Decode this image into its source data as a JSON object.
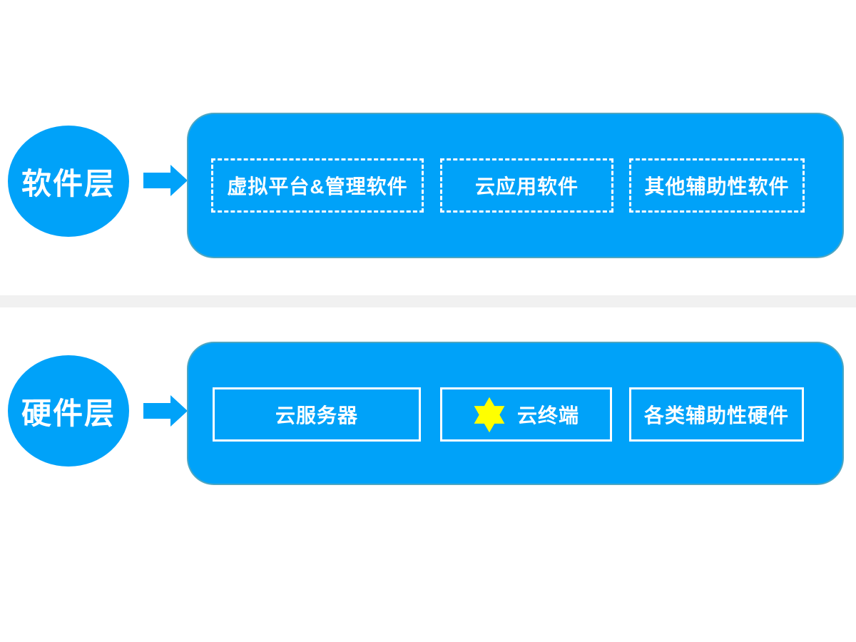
{
  "colors": {
    "primary_blue": "#00A2F9",
    "label_white": "#FFFFFF",
    "divider_gray": "#F1F1F1",
    "star_yellow": "#FFFF00"
  },
  "software_layer": {
    "label": "软件层",
    "items": [
      {
        "label": "虚拟平台&管理软件"
      },
      {
        "label": "云应用软件"
      },
      {
        "label": "其他辅助性软件"
      }
    ]
  },
  "hardware_layer": {
    "label": "硬件层",
    "items": [
      {
        "label": "云服务器"
      },
      {
        "label": "云终端",
        "icon": "six-pointed-star"
      },
      {
        "label": "各类辅助性硬件"
      }
    ]
  }
}
